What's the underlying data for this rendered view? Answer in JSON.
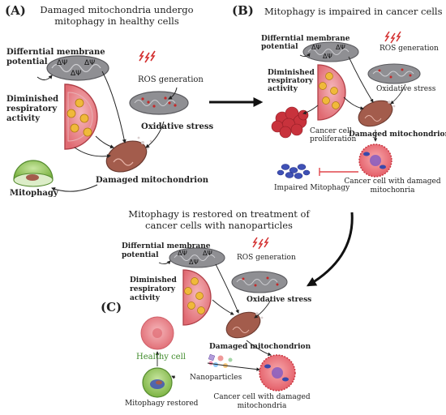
{
  "panels": {
    "a": {
      "letter": "(A)",
      "title_line1": "Damaged mitochondria undergo",
      "title_line2": "mitophagy in healthy cells",
      "membrane_line1": "Differntial membrane",
      "membrane_line2": "potential",
      "respiratory_line1": "Diminished",
      "respiratory_line2": "respiratory",
      "respiratory_line3": "activity",
      "ros": "ROS generation",
      "oxidative": "Oxidative stress",
      "damaged": "Damaged mitochondrion",
      "mitophagy": "Mitophagy"
    },
    "b": {
      "letter": "(B)",
      "title": "Mitophagy is impaired in cancer cells",
      "membrane_line1": "Differntial membrane",
      "membrane_line2": "potential",
      "respiratory_line1": "Diminished",
      "respiratory_line2": "respiratory",
      "respiratory_line3": "activity",
      "ros": "ROS generation",
      "oxidative": "Oxidative stress",
      "proliferation_line1": "Cancer cell",
      "proliferation_line2": "proliferation",
      "damaged": "Damaged mitochondrion",
      "impaired": "Impaired Mitophagy",
      "cancer_line1": "Cancer cell with damaged",
      "cancer_line2": "mitochonria"
    },
    "c": {
      "letter": "(C)",
      "title_line1": "Mitophagy is restored on treatment of",
      "title_line2": "cancer cells with nanoparticles",
      "membrane_line1": "Differntial membrane",
      "membrane_line2": "potential",
      "respiratory_line1": "Diminished",
      "respiratory_line2": "respiratory",
      "respiratory_line3": "activity",
      "ros": "ROS generation",
      "oxidative": "Oxidative stress",
      "damaged": "Damaged mitochondrion",
      "healthy": "Healthy cell",
      "nanoparticles": "Nanoparticles",
      "restored": "Mitophagy restored",
      "cancer_line1": "Cancer cell with damaged",
      "cancer_line2": "mitochondria"
    }
  },
  "symbols": {
    "delta_psi": "ΔΨ"
  },
  "colors": {
    "mito_gray": "#8f8f93",
    "cell_pink": "#e06a72",
    "cancer_red": "#c8323c",
    "mitophagy_green": "#8bc34a",
    "ros_red": "#d32f2f",
    "inhibition_red": "#e0474c",
    "text": "#222222"
  }
}
